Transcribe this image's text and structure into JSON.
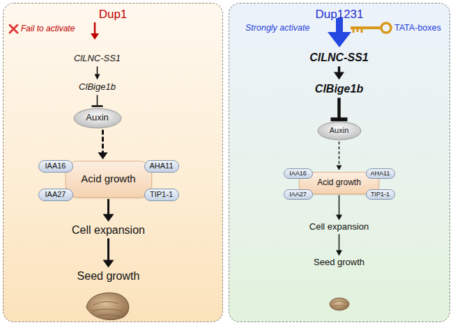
{
  "diagram": {
    "nodes": [
      {
        "text": [
          "Dup1"
        ]
      },
      {
        "text": [
          "ClLNC-SS1"
        ],
        "in": 0
      },
      {
        "text": [
          "ClBige1b"
        ],
        "in": 0
      },
      {
        "text": [
          "Auxin"
        ],
        "in": 0
      },
      {
        "text": [
          "Acid growth"
        ],
        "in": 0
      },
      {
        "text": [
          "IAA16"
        ],
        "in": 0
      },
      {
        "text": [
          "AHA11"
        ],
        "in": 0
      },
      {
        "text": [
          "IAA27"
        ],
        "in": 0
      },
      {
        "text": [
          "TIP1-1"
        ],
        "in": 0
      },
      {
        "text": [
          "Cell expansion"
        ],
        "in": 0
      },
      {
        "text": [
          "Seed growth"
        ],
        "in": 0
      },
      {
        "text": [
          "Dup1231"
        ]
      },
      {
        "text": [
          "ClLNC-SS1"
        ],
        "in": 11
      },
      {
        "text": [
          "ClBige1b"
        ],
        "in": 11
      },
      {
        "text": [
          "Auxin"
        ],
        "in": 11
      },
      {
        "text": [
          "Acid growth"
        ],
        "in": 11
      },
      {
        "text": [
          "IAA16"
        ],
        "in": 11
      },
      {
        "text": [
          "AHA11"
        ],
        "in": 11
      },
      {
        "text": [
          "IAA27"
        ],
        "in": 11
      },
      {
        "text": [
          "TIP1-1"
        ],
        "in": 11
      },
      {
        "text": [
          "Cell expansion"
        ],
        "in": 11
      },
      {
        "text": [
          "Seed growth"
        ],
        "in": 11
      }
    ],
    "edges": [
      {
        "from": 1,
        "to": 2,
        "arrow": "to"
      },
      {
        "from": 2,
        "to": 3,
        "arrow": "to"
      },
      {
        "from": 3,
        "to": 4,
        "arrow": "to"
      },
      {
        "from": 4,
        "to": 9,
        "arrow": "to"
      },
      {
        "from": 9,
        "to": 10,
        "arrow": "to"
      },
      {
        "from": 12,
        "to": 13,
        "arrow": "to"
      },
      {
        "from": 13,
        "to": 14,
        "arrow": "to"
      },
      {
        "from": 14,
        "to": 15,
        "arrow": "to"
      },
      {
        "from": 15,
        "to": 20,
        "arrow": "to"
      },
      {
        "from": 20,
        "to": 21,
        "arrow": "to"
      }
    ],
    "labels": [
      "Fail to activate",
      "Strongly activate",
      "TATA-boxes"
    ]
  }
}
